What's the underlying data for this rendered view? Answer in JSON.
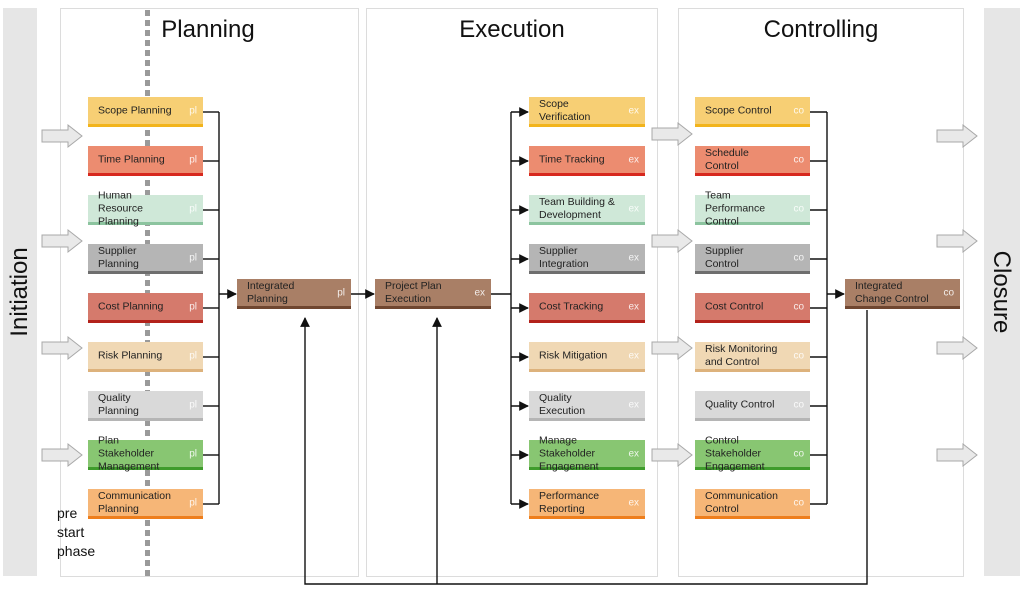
{
  "phases": {
    "initiation": "Initiation",
    "planning": "Planning",
    "execution": "Execution",
    "controlling": "Controlling",
    "closure": "Closure"
  },
  "note": [
    "pre",
    "start",
    "phase"
  ],
  "planning_boxes": [
    {
      "label": "Scope Planning",
      "code": "pl",
      "fill": "#f7cf74",
      "line": "#f2b41c"
    },
    {
      "label": "Time Planning",
      "code": "pl",
      "fill": "#ec8c70",
      "line": "#d7281e"
    },
    {
      "label": "Human Resource Planning",
      "code": "pl",
      "fill": "#cfe8d8",
      "line": "#8cc49f"
    },
    {
      "label": "Supplier Planning",
      "code": "pl",
      "fill": "#b5b5b5",
      "line": "#6e6e6e"
    },
    {
      "label": "Cost Planning",
      "code": "pl",
      "fill": "#d57a6c",
      "line": "#b3221b"
    },
    {
      "label": "Risk Planning",
      "code": "pl",
      "fill": "#f0d8b4",
      "line": "#ddb27c"
    },
    {
      "label": "Quality Planning",
      "code": "pl",
      "fill": "#d9d9d9",
      "line": "#b5b5b5"
    },
    {
      "label": "Plan Stakeholder Management",
      "code": "pl",
      "fill": "#88c672",
      "line": "#3f9c2c"
    },
    {
      "label": "Communication Planning",
      "code": "pl",
      "fill": "#f6b677",
      "line": "#ee7e1c"
    }
  ],
  "integrated_planning": {
    "label": "Integrated Planning",
    "code": "pl",
    "fill": "#a97f66",
    "line": "#6f4630"
  },
  "project_plan_execution": {
    "label": "Project Plan Execution",
    "code": "ex",
    "fill": "#a97f66",
    "line": "#6f4630"
  },
  "execution_boxes": [
    {
      "label": "Scope Verification",
      "code": "ex",
      "fill": "#f7cf74",
      "line": "#f2b41c"
    },
    {
      "label": "Time Tracking",
      "code": "ex",
      "fill": "#ec8c70",
      "line": "#d7281e"
    },
    {
      "label": "Team Building & Development",
      "code": "ex",
      "fill": "#cfe8d8",
      "line": "#8cc49f"
    },
    {
      "label": "Supplier Integration",
      "code": "ex",
      "fill": "#b5b5b5",
      "line": "#6e6e6e"
    },
    {
      "label": "Cost Tracking",
      "code": "ex",
      "fill": "#d57a6c",
      "line": "#b3221b"
    },
    {
      "label": "Risk Mitigation",
      "code": "ex",
      "fill": "#f0d8b4",
      "line": "#ddb27c"
    },
    {
      "label": "Quality Execution",
      "code": "ex",
      "fill": "#d9d9d9",
      "line": "#b5b5b5"
    },
    {
      "label": "Manage Stakeholder Engagement",
      "code": "ex",
      "fill": "#88c672",
      "line": "#3f9c2c"
    },
    {
      "label": "Performance Reporting",
      "code": "ex",
      "fill": "#f6b677",
      "line": "#ee7e1c"
    }
  ],
  "controlling_boxes": [
    {
      "label": "Scope Control",
      "code": "co",
      "fill": "#f7cf74",
      "line": "#f2b41c"
    },
    {
      "label": "Schedule Control",
      "code": "co",
      "fill": "#ec8c70",
      "line": "#d7281e"
    },
    {
      "label": "Team Performance Control",
      "code": "co",
      "fill": "#cfe8d8",
      "line": "#8cc49f"
    },
    {
      "label": "Supplier Control",
      "code": "co",
      "fill": "#b5b5b5",
      "line": "#6e6e6e"
    },
    {
      "label": "Cost Control",
      "code": "co",
      "fill": "#d57a6c",
      "line": "#b3221b"
    },
    {
      "label": "Risk Monitoring and Control",
      "code": "co",
      "fill": "#f0d8b4",
      "line": "#ddb27c"
    },
    {
      "label": "Quality Control",
      "code": "co",
      "fill": "#d9d9d9",
      "line": "#b5b5b5"
    },
    {
      "label": "Control Stakeholder Engagement",
      "code": "co",
      "fill": "#88c672",
      "line": "#3f9c2c"
    },
    {
      "label": "Communication Control",
      "code": "co",
      "fill": "#f6b677",
      "line": "#ee7e1c"
    }
  ],
  "integrated_change_control": {
    "label": "Integrated Change Control",
    "code": "co",
    "fill": "#a97f66",
    "line": "#6f4630"
  }
}
